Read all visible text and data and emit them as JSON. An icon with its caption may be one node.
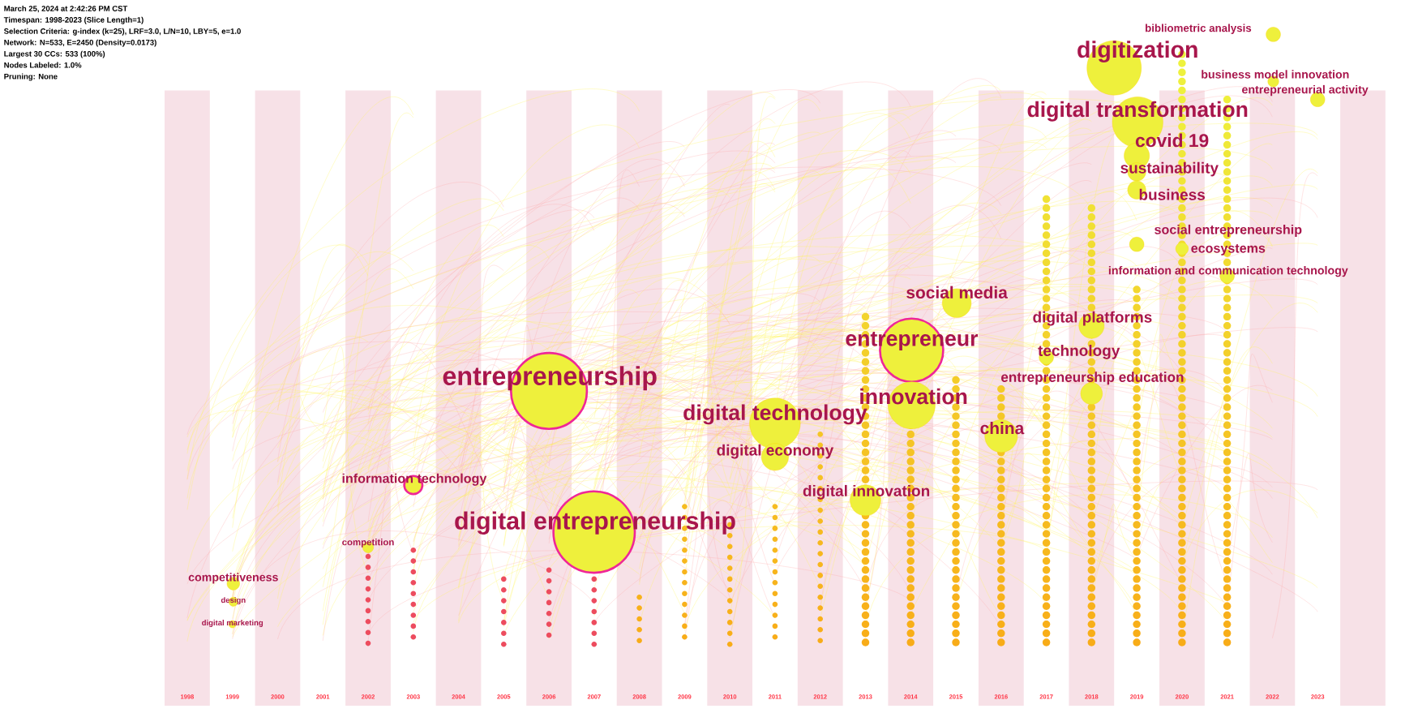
{
  "diagram": {
    "nodes": [
      {
        "text": [
          "bibliometric analysis"
        ]
      },
      {
        "text": [
          "digitization"
        ]
      },
      {
        "text": [
          "business model innovation"
        ]
      },
      {
        "text": [
          "entrepreneurial activity"
        ]
      },
      {
        "text": [
          "digital transformation"
        ]
      },
      {
        "text": [
          "covid 19"
        ]
      },
      {
        "text": [
          "sustainability"
        ]
      },
      {
        "text": [
          "business"
        ]
      },
      {
        "text": [
          "social entrepreneurship"
        ]
      },
      {
        "text": [
          "ecosystems"
        ]
      },
      {
        "text": [
          "information and communication technology"
        ]
      },
      {
        "text": [
          "social media"
        ]
      },
      {
        "text": [
          "digital platforms"
        ]
      },
      {
        "text": [
          "entrepreneur"
        ]
      },
      {
        "text": [
          "technology"
        ]
      },
      {
        "text": [
          "entrepreneurship"
        ]
      },
      {
        "text": [
          "entrepreneurship education"
        ]
      },
      {
        "text": [
          "innovation"
        ]
      },
      {
        "text": [
          "digital technology"
        ]
      },
      {
        "text": [
          "china"
        ]
      },
      {
        "text": [
          "digital economy"
        ]
      },
      {
        "text": [
          "information technology"
        ]
      },
      {
        "text": [
          "digital innovation"
        ]
      },
      {
        "text": [
          "digital entrepreneurship"
        ]
      },
      {
        "text": [
          "competition"
        ]
      },
      {
        "text": [
          "competitiveness"
        ]
      },
      {
        "text": [
          "design"
        ]
      },
      {
        "text": [
          "digital marketing"
        ]
      }
    ],
    "labels": [
      "March 25, 2024 at 2:42:26 PM CST",
      "Timespan: 1998-2023 (Slice Length=1)",
      "Selection Criteria: g-index (k=25), LRF=3.0, L/N=10, LBY=5, e=1.0",
      "Network: N=533, E=2450 (Density=0.0173)",
      "Largest 30 CCs: 533 (100%)",
      "Nodes Labeled: 1.0%",
      "Pruning: None",
      "1998",
      "1999",
      "2000",
      "2001",
      "2002",
      "2003",
      "2004",
      "2005",
      "2006",
      "2007",
      "2008",
      "2009",
      "2010",
      "2011",
      "2012",
      "2013",
      "2014",
      "2015",
      "2016",
      "2017",
      "2018",
      "2019",
      "2020",
      "2021",
      "2022",
      "2023"
    ]
  }
}
